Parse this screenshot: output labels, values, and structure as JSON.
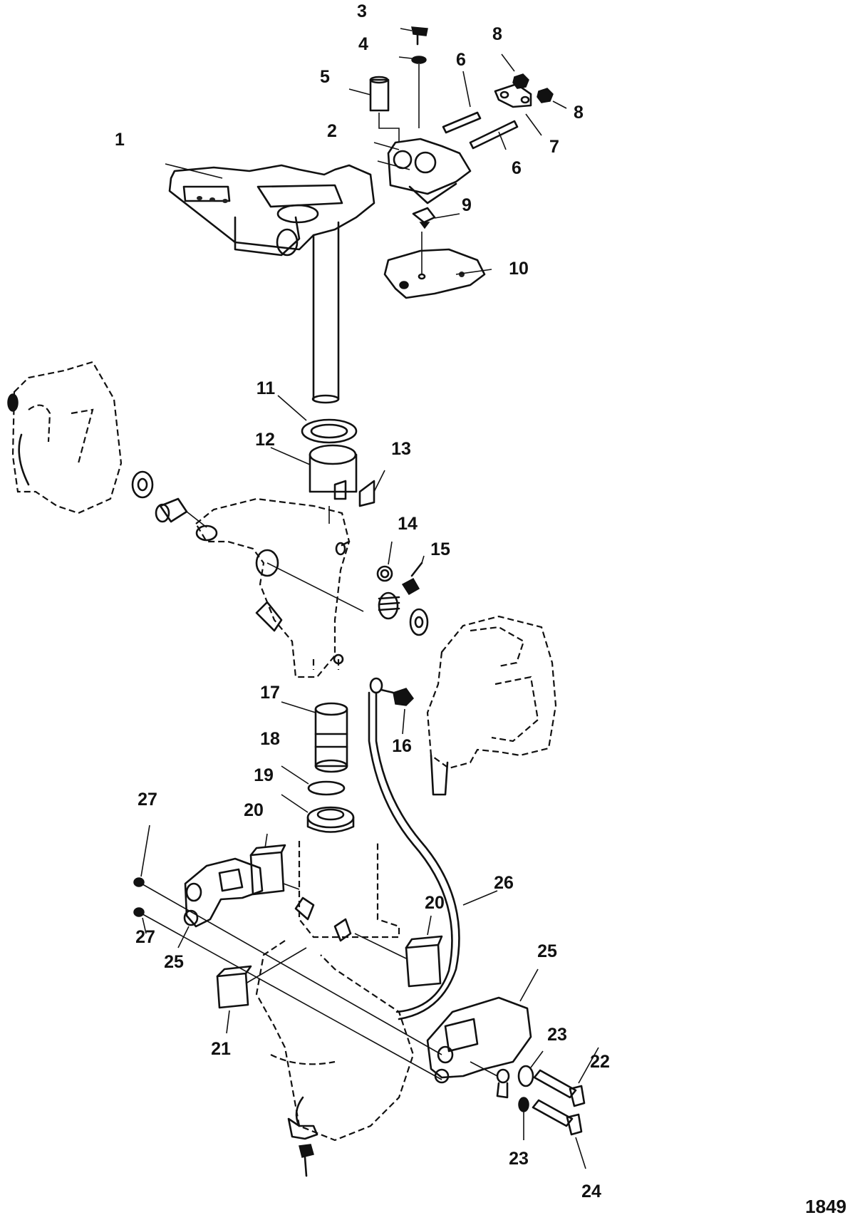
{
  "figure_number": "1849",
  "callouts": [
    {
      "id": "c1",
      "text": "1"
    },
    {
      "id": "c2",
      "text": "2"
    },
    {
      "id": "c3",
      "text": "3"
    },
    {
      "id": "c4",
      "text": "4"
    },
    {
      "id": "c5",
      "text": "5"
    },
    {
      "id": "c6a",
      "text": "6"
    },
    {
      "id": "c6b",
      "text": "6"
    },
    {
      "id": "c7",
      "text": "7"
    },
    {
      "id": "c8a",
      "text": "8"
    },
    {
      "id": "c8b",
      "text": "8"
    },
    {
      "id": "c9",
      "text": "9"
    },
    {
      "id": "c10",
      "text": "10"
    },
    {
      "id": "c11",
      "text": "11"
    },
    {
      "id": "c12",
      "text": "12"
    },
    {
      "id": "c13",
      "text": "13"
    },
    {
      "id": "c14",
      "text": "14"
    },
    {
      "id": "c15",
      "text": "15"
    },
    {
      "id": "c16",
      "text": "16"
    },
    {
      "id": "c17",
      "text": "17"
    },
    {
      "id": "c18",
      "text": "18"
    },
    {
      "id": "c19",
      "text": "19"
    },
    {
      "id": "c20a",
      "text": "20"
    },
    {
      "id": "c20b",
      "text": "20"
    },
    {
      "id": "c21",
      "text": "21"
    },
    {
      "id": "c22",
      "text": "22"
    },
    {
      "id": "c23a",
      "text": "23"
    },
    {
      "id": "c23b",
      "text": "23"
    },
    {
      "id": "c24",
      "text": "24"
    },
    {
      "id": "c25a",
      "text": "25"
    },
    {
      "id": "c25b",
      "text": "25"
    },
    {
      "id": "c26",
      "text": "26"
    },
    {
      "id": "c27a",
      "text": "27"
    },
    {
      "id": "c27b",
      "text": "27"
    }
  ]
}
